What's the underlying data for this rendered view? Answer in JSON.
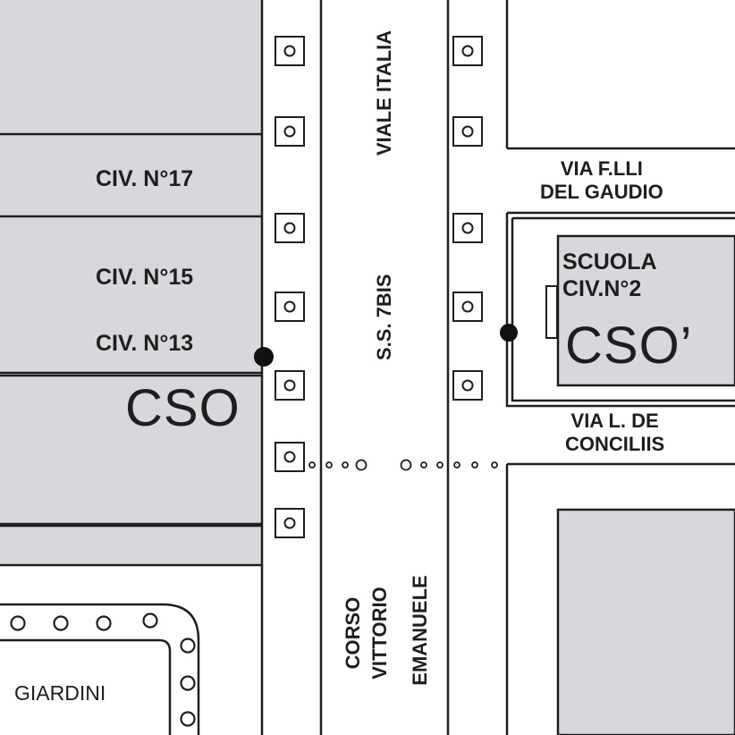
{
  "colors": {
    "block_fill": "#d8d8dc",
    "line": "#1e1e1e",
    "background": "#ffffff"
  },
  "labels": {
    "civ17": "CIV. N°17",
    "civ15": "CIV. N°15",
    "civ13": "CIV. N°13",
    "cso_left": "CSO",
    "cso_right": "CSO’",
    "scuola": "SCUOLA\nCIV.N°2",
    "via_flli": "VIA F.LLI\nDEL GAUDIO",
    "via_de_conciliis": "VIA L. DE\nCONCILIIS",
    "viale_italia": "VIALE ITALIA",
    "ss7bis": "S.S. 7BIS",
    "corso_1": "CORSO",
    "corso_2": "VITTORIO",
    "corso_3": "EMANUELE",
    "giardini": "GIARDINI"
  },
  "icons": {
    "tree_marker": "square-circle-icon",
    "measure_point": "filled-dot-icon",
    "crosswalk": "dotted-line-icon",
    "park_bollard": "ring-icon"
  }
}
